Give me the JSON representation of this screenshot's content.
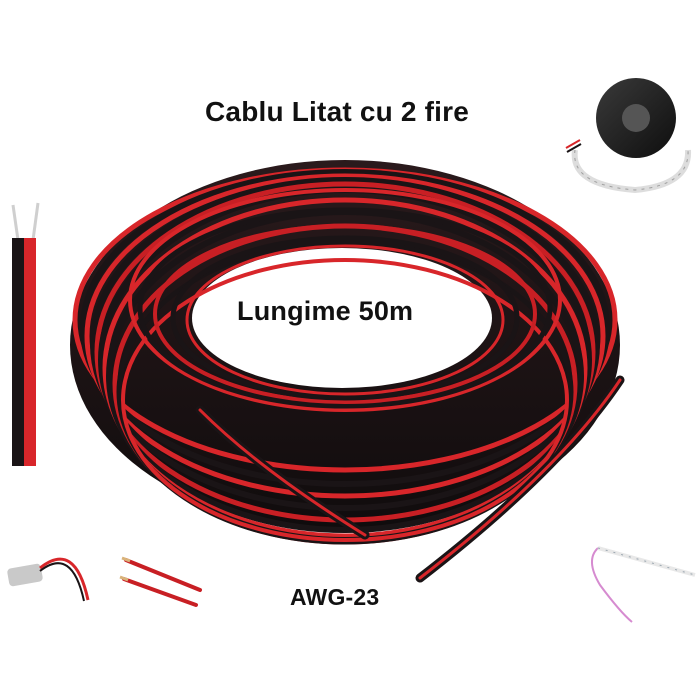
{
  "product": {
    "title": "Cablu Litat cu 2 fire",
    "length_label": "Lungime 50m",
    "gauge_label": "AWG-23"
  },
  "colors": {
    "background": "#ffffff",
    "wire_red": "#d8262a",
    "wire_black": "#1a1416",
    "text": "#111111"
  },
  "images": [
    "cable-coil-photo",
    "cable-cross-section-photo",
    "led-strip-reel-photo",
    "led-controller-connector-photo",
    "stripped-wire-pieces-photo",
    "led-strip-wire-photo"
  ]
}
